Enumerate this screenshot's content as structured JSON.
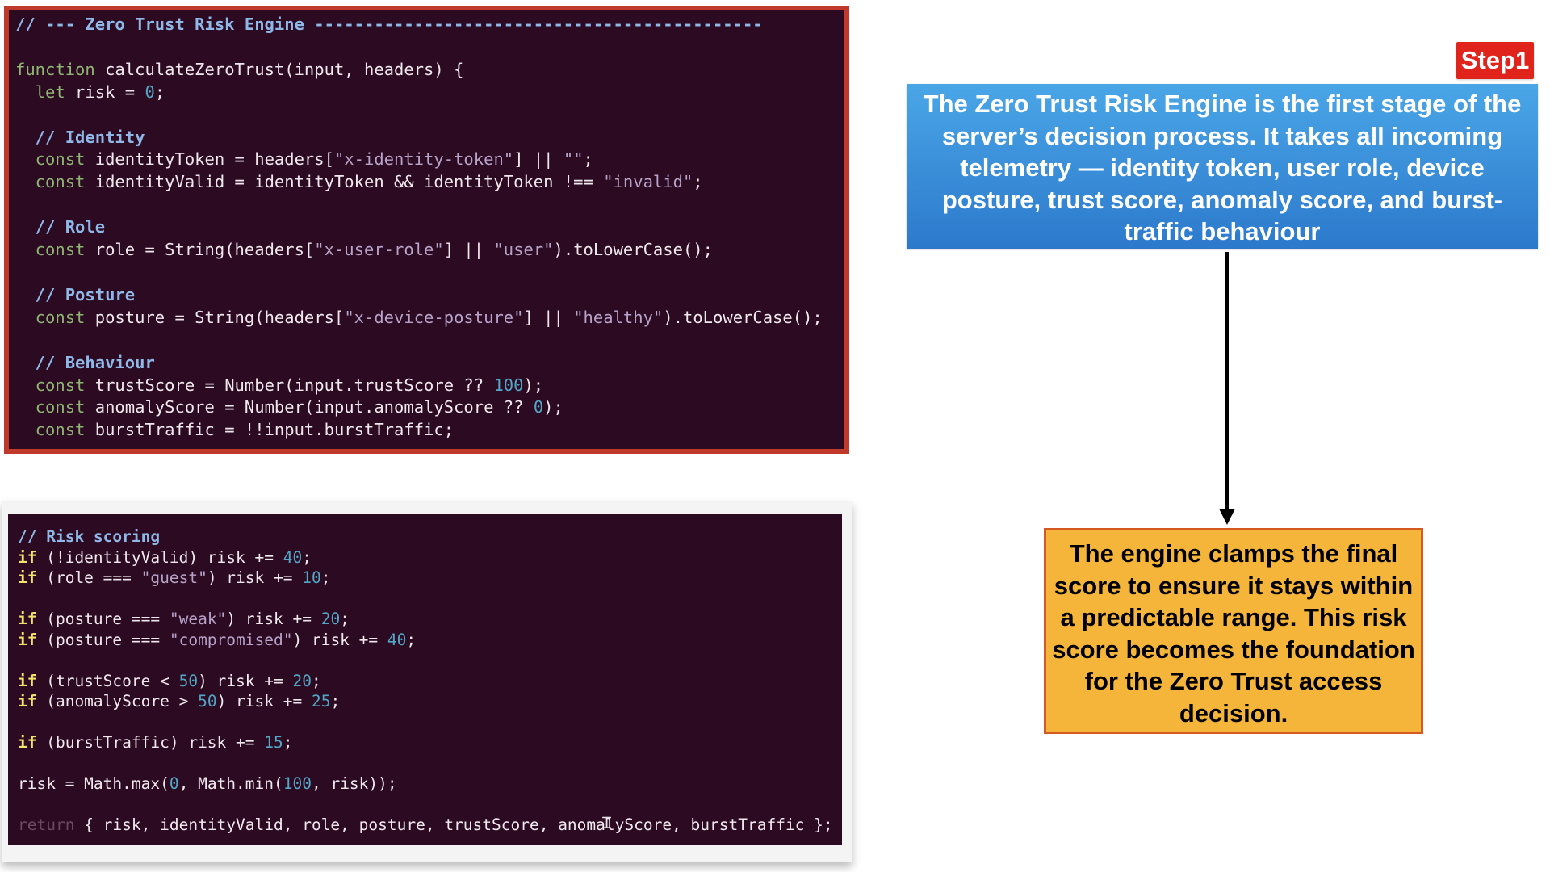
{
  "code_panel_1": {
    "lines": [
      [
        {
          "t": "// --- Zero Trust Risk Engine ---------------------------------------------",
          "c": "cm"
        }
      ],
      [],
      [
        {
          "t": "function",
          "c": "kw"
        },
        {
          "t": " calculateZeroTrust(input, headers) {",
          "c": "txt"
        }
      ],
      [
        {
          "t": "  ",
          "c": "txt"
        },
        {
          "t": "let",
          "c": "kw"
        },
        {
          "t": " risk = ",
          "c": "txt"
        },
        {
          "t": "0",
          "c": "num"
        },
        {
          "t": ";",
          "c": "txt"
        }
      ],
      [],
      [
        {
          "t": "  // Identity",
          "c": "cm"
        }
      ],
      [
        {
          "t": "  ",
          "c": "txt"
        },
        {
          "t": "const",
          "c": "kw"
        },
        {
          "t": " identityToken = headers[",
          "c": "txt"
        },
        {
          "t": "\"x-identity-token\"",
          "c": "str"
        },
        {
          "t": "] || ",
          "c": "txt"
        },
        {
          "t": "\"\"",
          "c": "str"
        },
        {
          "t": ";",
          "c": "txt"
        }
      ],
      [
        {
          "t": "  ",
          "c": "txt"
        },
        {
          "t": "const",
          "c": "kw"
        },
        {
          "t": " identityValid = identityToken && identityToken !== ",
          "c": "txt"
        },
        {
          "t": "\"invalid\"",
          "c": "str"
        },
        {
          "t": ";",
          "c": "txt"
        }
      ],
      [],
      [
        {
          "t": "  // Role",
          "c": "cm"
        }
      ],
      [
        {
          "t": "  ",
          "c": "txt"
        },
        {
          "t": "const",
          "c": "kw"
        },
        {
          "t": " role = String(headers[",
          "c": "txt"
        },
        {
          "t": "\"x-user-role\"",
          "c": "str"
        },
        {
          "t": "] || ",
          "c": "txt"
        },
        {
          "t": "\"user\"",
          "c": "str"
        },
        {
          "t": ").toLowerCase();",
          "c": "txt"
        }
      ],
      [],
      [
        {
          "t": "  // Posture",
          "c": "cm"
        }
      ],
      [
        {
          "t": "  ",
          "c": "txt"
        },
        {
          "t": "const",
          "c": "kw"
        },
        {
          "t": " posture = String(headers[",
          "c": "txt"
        },
        {
          "t": "\"x-device-posture\"",
          "c": "str"
        },
        {
          "t": "] || ",
          "c": "txt"
        },
        {
          "t": "\"healthy\"",
          "c": "str"
        },
        {
          "t": ").toLowerCase();",
          "c": "txt"
        }
      ],
      [],
      [
        {
          "t": "  // Behaviour",
          "c": "cm"
        }
      ],
      [
        {
          "t": "  ",
          "c": "txt"
        },
        {
          "t": "const",
          "c": "kw"
        },
        {
          "t": " trustScore = Number(input.trustScore ?? ",
          "c": "txt"
        },
        {
          "t": "100",
          "c": "num"
        },
        {
          "t": ");",
          "c": "txt"
        }
      ],
      [
        {
          "t": "  ",
          "c": "txt"
        },
        {
          "t": "const",
          "c": "kw"
        },
        {
          "t": " anomalyScore = Number(input.anomalyScore ?? ",
          "c": "txt"
        },
        {
          "t": "0",
          "c": "num"
        },
        {
          "t": ");",
          "c": "txt"
        }
      ],
      [
        {
          "t": "  ",
          "c": "txt"
        },
        {
          "t": "const",
          "c": "kw"
        },
        {
          "t": " burstTraffic = !!input.burstTraffic;",
          "c": "txt"
        }
      ]
    ]
  },
  "code_panel_2": {
    "lines": [
      [
        {
          "t": "// Risk scoring",
          "c": "cm"
        }
      ],
      [
        {
          "t": "if",
          "c": "kw-if"
        },
        {
          "t": " (!identityValid) risk += ",
          "c": "txt"
        },
        {
          "t": "40",
          "c": "num"
        },
        {
          "t": ";",
          "c": "txt"
        }
      ],
      [
        {
          "t": "if",
          "c": "kw-if"
        },
        {
          "t": " (role === ",
          "c": "txt"
        },
        {
          "t": "\"guest\"",
          "c": "str"
        },
        {
          "t": ") risk += ",
          "c": "txt"
        },
        {
          "t": "10",
          "c": "num"
        },
        {
          "t": ";",
          "c": "txt"
        }
      ],
      [],
      [
        {
          "t": "if",
          "c": "kw-if"
        },
        {
          "t": " (posture === ",
          "c": "txt"
        },
        {
          "t": "\"weak\"",
          "c": "str"
        },
        {
          "t": ") risk += ",
          "c": "txt"
        },
        {
          "t": "20",
          "c": "num"
        },
        {
          "t": ";",
          "c": "txt"
        }
      ],
      [
        {
          "t": "if",
          "c": "kw-if"
        },
        {
          "t": " (posture === ",
          "c": "txt"
        },
        {
          "t": "\"compromised\"",
          "c": "str"
        },
        {
          "t": ") risk += ",
          "c": "txt"
        },
        {
          "t": "40",
          "c": "num"
        },
        {
          "t": ";",
          "c": "txt"
        }
      ],
      [],
      [
        {
          "t": "if",
          "c": "kw-if"
        },
        {
          "t": " (trustScore < ",
          "c": "txt"
        },
        {
          "t": "50",
          "c": "num"
        },
        {
          "t": ") risk += ",
          "c": "txt"
        },
        {
          "t": "20",
          "c": "num"
        },
        {
          "t": ";",
          "c": "txt"
        }
      ],
      [
        {
          "t": "if",
          "c": "kw-if"
        },
        {
          "t": " (anomalyScore > ",
          "c": "txt"
        },
        {
          "t": "50",
          "c": "num"
        },
        {
          "t": ") risk += ",
          "c": "txt"
        },
        {
          "t": "25",
          "c": "num"
        },
        {
          "t": ";",
          "c": "txt"
        }
      ],
      [],
      [
        {
          "t": "if",
          "c": "kw-if"
        },
        {
          "t": " (burstTraffic) risk += ",
          "c": "txt"
        },
        {
          "t": "15",
          "c": "num"
        },
        {
          "t": ";",
          "c": "txt"
        }
      ],
      [],
      [
        {
          "t": "risk = Math.max(",
          "c": "txt"
        },
        {
          "t": "0",
          "c": "num"
        },
        {
          "t": ", Math.min(",
          "c": "txt"
        },
        {
          "t": "100",
          "c": "num"
        },
        {
          "t": ", risk));",
          "c": "txt"
        }
      ],
      [],
      [
        {
          "t": "return",
          "c": "kw-ret"
        },
        {
          "t": " { risk, identityValid, role, posture, trustScore, anomalyScore, burstTraffic };",
          "c": "txt"
        }
      ]
    ]
  },
  "step_badge": "Step1",
  "blue_box": {
    "text": "The Zero Trust Risk Engine is the first stage of the server’s decision process. It takes all incoming telemetry — identity token, user role, device posture, trust score, anomaly score, and burst-traffic behaviour"
  },
  "orange_box": {
    "text": "The engine clamps the final score to ensure it stays within a predictable range. This risk score becomes the foundation for the Zero Trust access decision."
  },
  "colors": {
    "code_bg": "#2b0a22",
    "panel_border": "#c0392b",
    "badge": "#e0241b",
    "blue_box": "#3a8fdc",
    "orange_box": "#f5b43a",
    "orange_border": "#d45a1f"
  },
  "icons": {
    "arrow": "down-arrow-icon",
    "cursor": "text-cursor-icon"
  }
}
